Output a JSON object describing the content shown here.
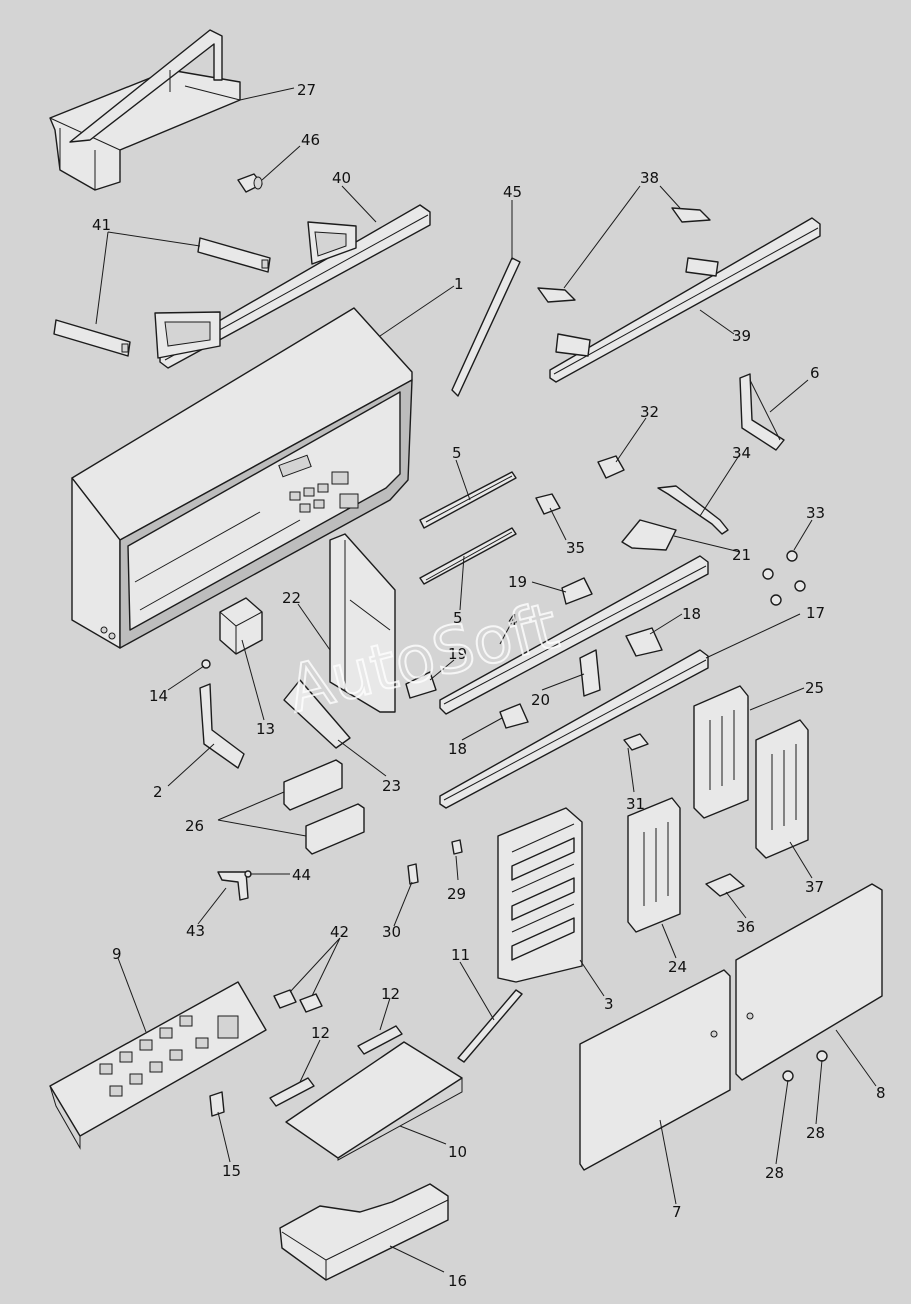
{
  "diagram": {
    "watermark": "AutoSoft",
    "callouts": [
      {
        "id": "c27",
        "label": "27"
      },
      {
        "id": "c46",
        "label": "46"
      },
      {
        "id": "c40",
        "label": "40"
      },
      {
        "id": "c45",
        "label": "45"
      },
      {
        "id": "c38",
        "label": "38"
      },
      {
        "id": "c41",
        "label": "41"
      },
      {
        "id": "c1",
        "label": "1"
      },
      {
        "id": "c39",
        "label": "39"
      },
      {
        "id": "c6",
        "label": "6"
      },
      {
        "id": "c32",
        "label": "32"
      },
      {
        "id": "c5a",
        "label": "5"
      },
      {
        "id": "c34",
        "label": "34"
      },
      {
        "id": "c33",
        "label": "33"
      },
      {
        "id": "c35",
        "label": "35"
      },
      {
        "id": "c21",
        "label": "21"
      },
      {
        "id": "c5b",
        "label": "5"
      },
      {
        "id": "c19a",
        "label": "19"
      },
      {
        "id": "c22",
        "label": "22"
      },
      {
        "id": "c4",
        "label": "4"
      },
      {
        "id": "c18a",
        "label": "18"
      },
      {
        "id": "c17",
        "label": "17"
      },
      {
        "id": "c19b",
        "label": "19"
      },
      {
        "id": "c14",
        "label": "14"
      },
      {
        "id": "c20",
        "label": "20"
      },
      {
        "id": "c25",
        "label": "25"
      },
      {
        "id": "c13",
        "label": "13"
      },
      {
        "id": "c18b",
        "label": "18"
      },
      {
        "id": "c23",
        "label": "23"
      },
      {
        "id": "c2",
        "label": "2"
      },
      {
        "id": "c31",
        "label": "31"
      },
      {
        "id": "c26",
        "label": "26"
      },
      {
        "id": "c44",
        "label": "44"
      },
      {
        "id": "c29",
        "label": "29"
      },
      {
        "id": "c37",
        "label": "37"
      },
      {
        "id": "c43",
        "label": "43"
      },
      {
        "id": "c30",
        "label": "30"
      },
      {
        "id": "c36",
        "label": "36"
      },
      {
        "id": "c42",
        "label": "42"
      },
      {
        "id": "c9",
        "label": "9"
      },
      {
        "id": "c11",
        "label": "11"
      },
      {
        "id": "c24",
        "label": "24"
      },
      {
        "id": "c3",
        "label": "3"
      },
      {
        "id": "c12a",
        "label": "12"
      },
      {
        "id": "c12b",
        "label": "12"
      },
      {
        "id": "c8",
        "label": "8"
      },
      {
        "id": "c10",
        "label": "10"
      },
      {
        "id": "c28a",
        "label": "28"
      },
      {
        "id": "c28b",
        "label": "28"
      },
      {
        "id": "c15",
        "label": "15"
      },
      {
        "id": "c7",
        "label": "7"
      },
      {
        "id": "c16",
        "label": "16"
      }
    ]
  }
}
